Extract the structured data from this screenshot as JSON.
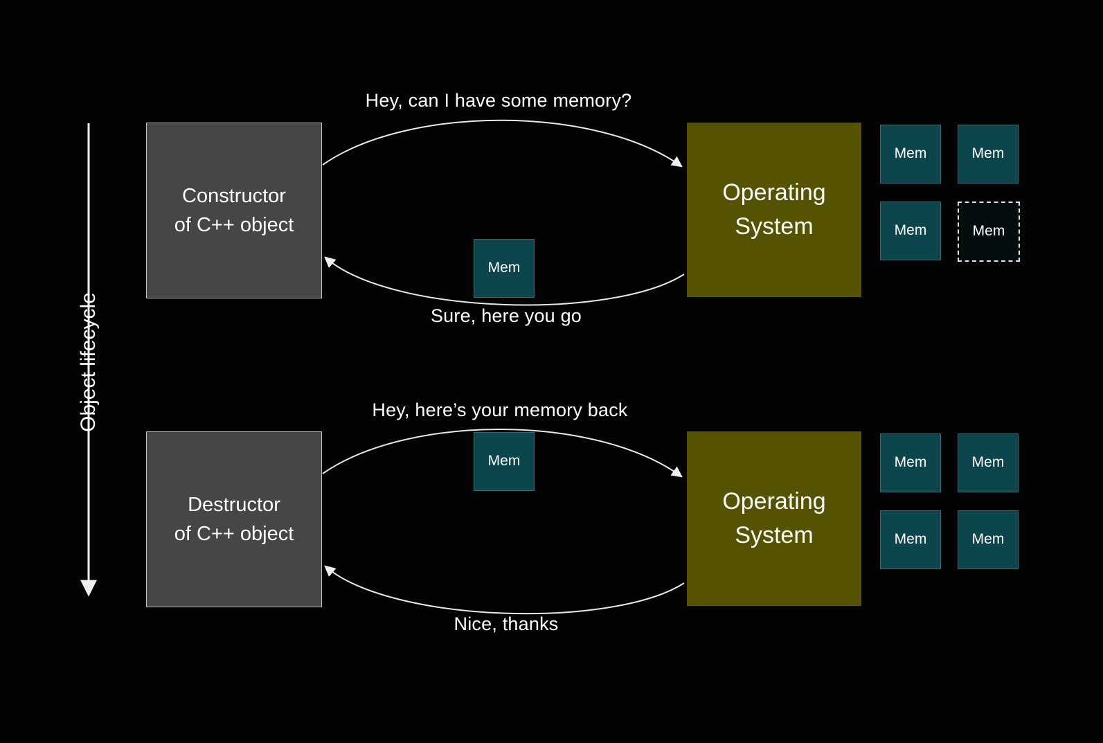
{
  "axis": {
    "label": "Object lifecycle"
  },
  "labels": {
    "mem": "Mem"
  },
  "top": {
    "left_box": {
      "line1": "Constructor",
      "line2": "of C++ object"
    },
    "os_box": {
      "line1": "Operating",
      "line2": "System"
    },
    "request": "Hey, can I have some memory?",
    "response": "Sure, here you go"
  },
  "bottom": {
    "left_box": {
      "line1": "Destructor",
      "line2": "of C++ object"
    },
    "os_box": {
      "line1": "Operating",
      "line2": "System"
    },
    "request": "Hey, here’s your memory back",
    "response": "Nice, thanks"
  },
  "colors": {
    "background": "#030303",
    "actor_gray": "#464646",
    "os_olive": "#565300",
    "mem_teal": "#0c464c",
    "text": "#ffffff"
  }
}
